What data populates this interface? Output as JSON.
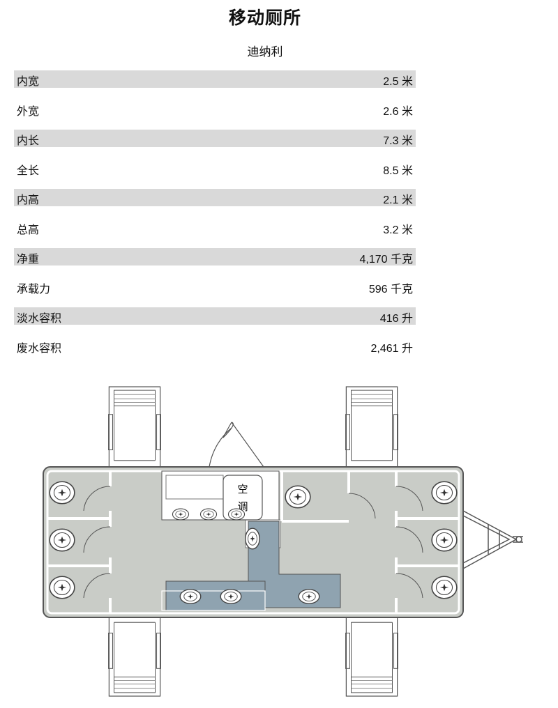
{
  "title": "移动厕所",
  "subtitle": "迪纳利",
  "specs": [
    {
      "label": "内宽",
      "value": "2.5",
      "unit": "米"
    },
    {
      "label": "外宽",
      "value": "2.6",
      "unit": "米"
    },
    {
      "label": "内长",
      "value": "7.3",
      "unit": "米"
    },
    {
      "label": "全长",
      "value": "8.5",
      "unit": "米"
    },
    {
      "label": "内高",
      "value": "2.1",
      "unit": "米"
    },
    {
      "label": "总高",
      "value": "3.2",
      "unit": "米"
    },
    {
      "label": "净重",
      "value": "4,170",
      "unit": "千克"
    },
    {
      "label": "承载力",
      "value": "596",
      "unit": "千克"
    },
    {
      "label": "淡水容积",
      "value": "416",
      "unit": "升"
    },
    {
      "label": "废水容积",
      "value": "2,461",
      "unit": "升"
    }
  ],
  "floorplan": {
    "ac_label_1": "空",
    "ac_label_2": "调",
    "colors": {
      "floor": "#c9ccc7",
      "blue": "#8fa3b0",
      "wall": "#ffffff",
      "line": "#555555"
    }
  }
}
